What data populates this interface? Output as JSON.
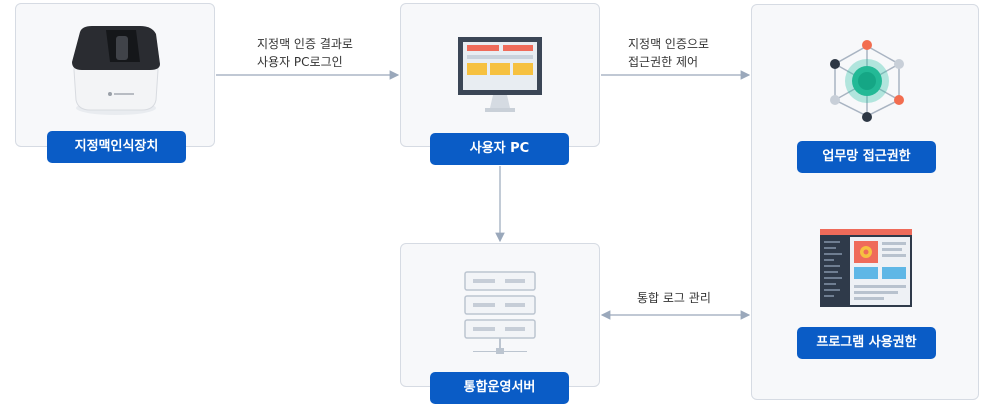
{
  "nodes": {
    "device": "지정맥인식장치",
    "pc": "사용자 PC",
    "server": "통합운영서버",
    "network": "업무망 접근권한",
    "program": "프로그램 사용권한"
  },
  "connectors": {
    "device_to_pc": [
      "지정맥 인증 결과로",
      "사용자 PC로그인"
    ],
    "pc_to_right": [
      "지정맥 인증으로",
      "접근권한 제어"
    ],
    "server_right": "통합 로그 관리"
  },
  "colors": {
    "label_bg": "#0a5cc6",
    "border": "#d6dbe3",
    "box_bg": "#f7f8fa",
    "line": "#9aa8bb"
  }
}
